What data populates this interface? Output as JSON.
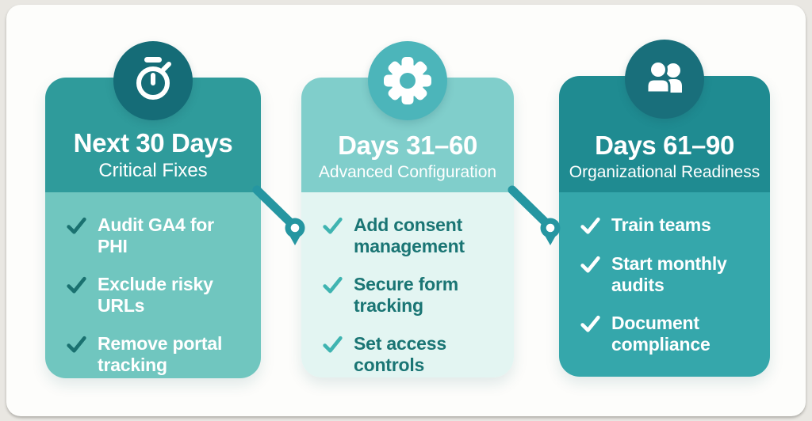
{
  "infographic": {
    "type": "90-day roadmap, three phases",
    "palette": {
      "canvas_border": "#e9e7e2",
      "panel_bg": "#fdfdfb",
      "phase1_header": "#2f9b9b",
      "phase1_body": "#70c6bf",
      "phase1_badge": "#156c77",
      "phase1_check": "#1a7170",
      "phase2_header": "#80cecb",
      "phase2_body": "#e3f5f2",
      "phase2_badge": "#4cb5ba",
      "phase2_text": "#1a7574",
      "phase2_check": "#3fb4b1",
      "phase3_header": "#1f8b91",
      "phase3_body": "#35a7ab",
      "phase3_badge": "#196f7b",
      "connector": "#2596a1",
      "title_text": "#ffffff"
    },
    "cards": [
      {
        "icon": "stopwatch-icon",
        "title": "Next 30 Days",
        "subtitle": "Critical Fixes",
        "items": [
          "Audit GA4 for PHI",
          "Exclude risky URLs",
          "Remove portal tracking"
        ]
      },
      {
        "icon": "gear-icon",
        "title": "Days 31–60",
        "subtitle": "Advanced Configuration",
        "items": [
          "Add consent management",
          "Secure form tracking",
          "Set access controls"
        ]
      },
      {
        "icon": "people-icon",
        "title": "Days 61–90",
        "subtitle": "Organizational Readiness",
        "items": [
          "Train teams",
          "Start monthly audits",
          "Document compliance"
        ]
      }
    ]
  }
}
